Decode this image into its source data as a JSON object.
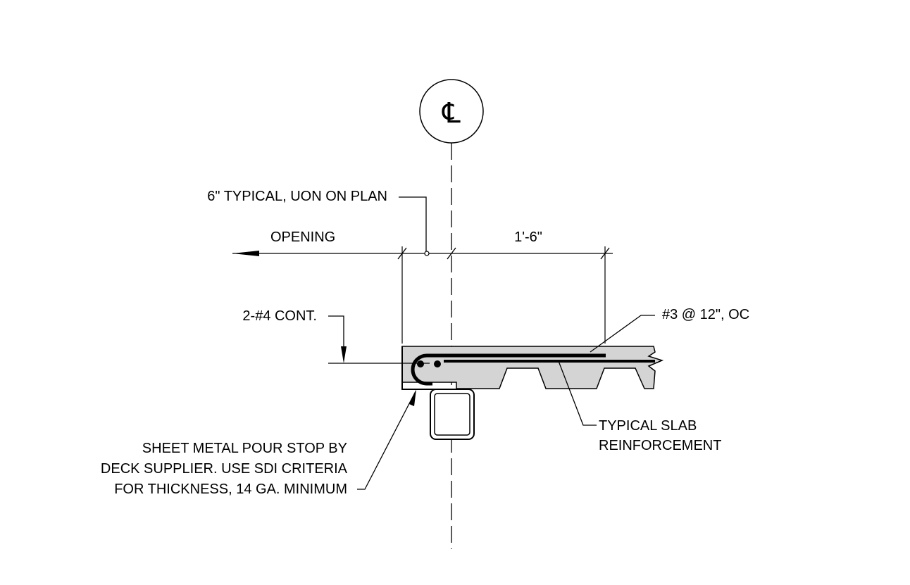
{
  "drawing": {
    "centerline_symbol": "℄",
    "labels": {
      "typical_uon": "6\" TYPICAL, UON ON PLAN",
      "opening": "OPENING",
      "dimension": "1'-6\"",
      "cont_bars": "2-#4 CONT.",
      "slab_bars": "#3 @ 12\", OC",
      "slab_reinf_line1": "TYPICAL SLAB",
      "slab_reinf_line2": "REINFORCEMENT",
      "pour_stop_line1": "SHEET METAL POUR STOP BY",
      "pour_stop_line2": "DECK SUPPLIER. USE SDI CRITERIA",
      "pour_stop_line3": "FOR THICKNESS, 14 GA. MINIMUM"
    },
    "colors": {
      "line": "#000000",
      "concrete_fill": "#d4d4d4",
      "background": "#ffffff"
    }
  }
}
